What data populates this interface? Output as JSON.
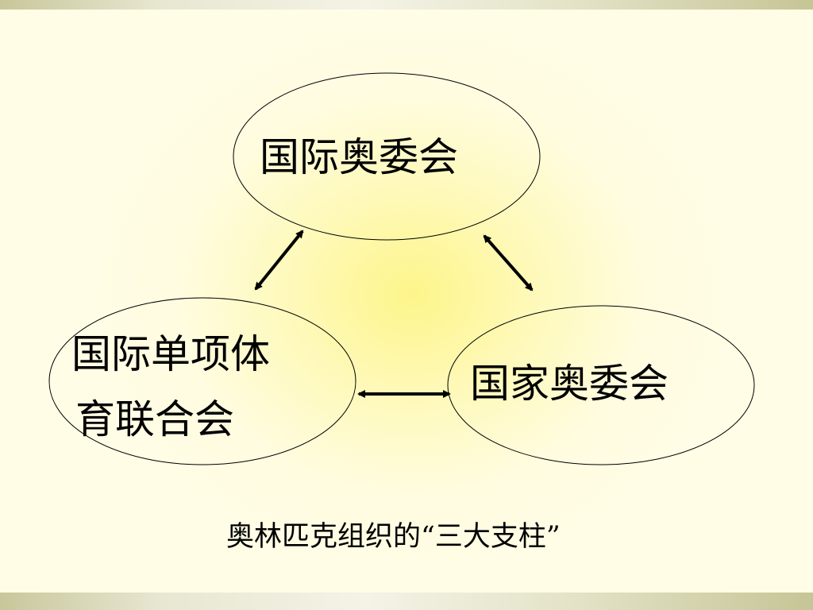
{
  "slide": {
    "nodes": {
      "top": "国际奥委会",
      "left_line1": "国际单项体",
      "left_line2": "育联合会",
      "right": "国家奥委会"
    },
    "caption": "奥林匹克组织的“三大支柱”"
  }
}
